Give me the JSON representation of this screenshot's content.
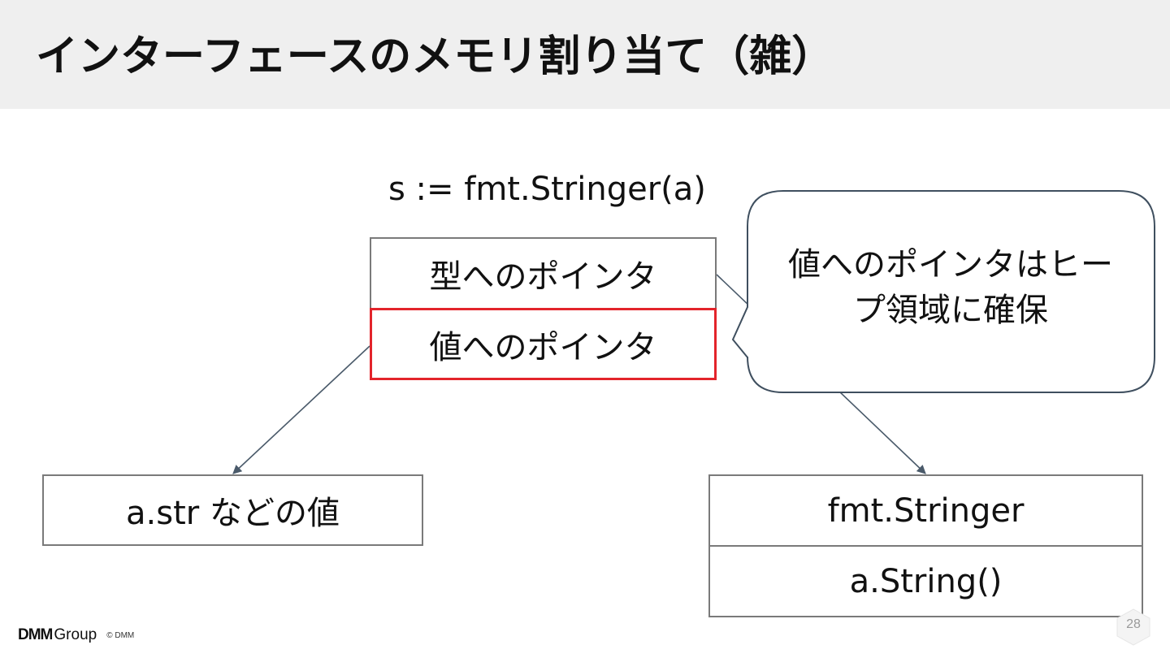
{
  "slide": {
    "title": "インターフェースのメモリ割り当て（雑）",
    "code": "s := fmt.Stringer(a)"
  },
  "iface_box": {
    "type_ptr": "型へのポインタ",
    "value_ptr": "値へのポインタ"
  },
  "value_box": {
    "label": "a.str などの値"
  },
  "itab_box": {
    "type_name": "fmt.Stringer",
    "method": "a.String()"
  },
  "callout": {
    "line1": "値へのポインタはヒー",
    "line2": "プ領域に確保"
  },
  "footer": {
    "logo_main": "DMM",
    "logo_sub": "Group",
    "copyright": "© DMM",
    "page_number": "28"
  },
  "colors": {
    "header_bg": "#efefef",
    "highlight": "#e3242b",
    "box_border": "#7a7a7a",
    "arrow": "#4a5a6a",
    "callout_border": "#3f4f5f"
  }
}
